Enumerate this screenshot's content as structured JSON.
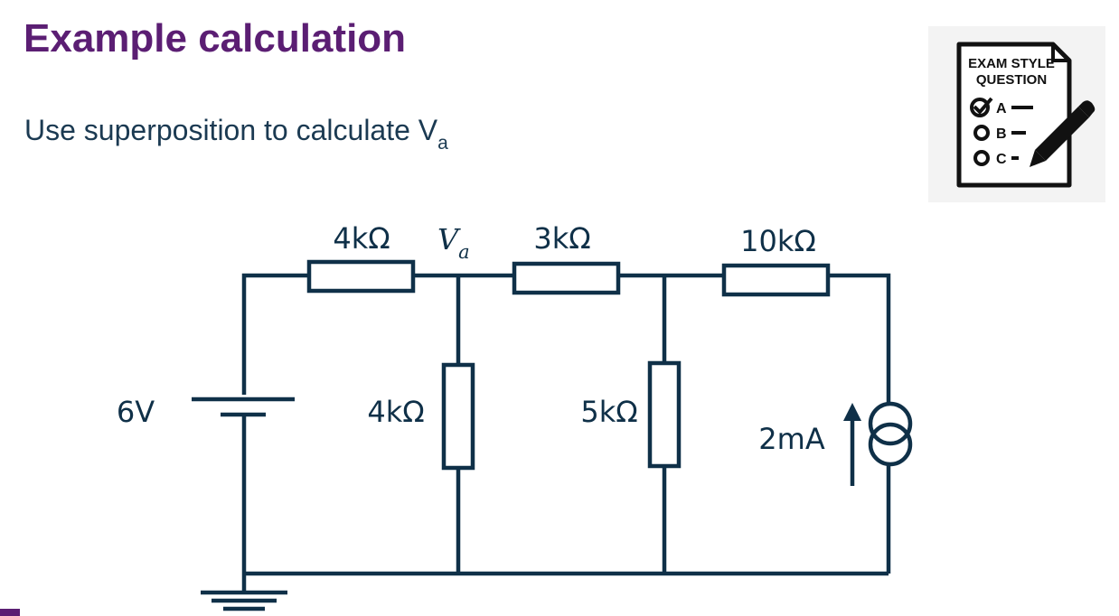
{
  "slide": {
    "title": "Example calculation",
    "prompt_text": "Use superposition to calculate V",
    "prompt_subscript": "a"
  },
  "exam_icon": {
    "line1": "EXAM STYLE",
    "line2": "QUESTION",
    "options": [
      "A",
      "B",
      "C"
    ],
    "icon_names": [
      "checked-circle-icon",
      "radio-circle-icon",
      "pencil-icon"
    ]
  },
  "circuit": {
    "node_label": "V",
    "node_label_subscript": "a",
    "source_voltage": "6V",
    "current_source": "2mA",
    "resistors": {
      "r_top_left": "4kΩ",
      "r_top_mid": "3kΩ",
      "r_top_right": "10kΩ",
      "r_shunt_a": "4kΩ",
      "r_shunt_b": "5kΩ"
    }
  },
  "colors": {
    "title": "#5b1e73",
    "text": "#1b3a52",
    "wire": "#0f3048",
    "icon_bg": "#f3f3f3"
  }
}
